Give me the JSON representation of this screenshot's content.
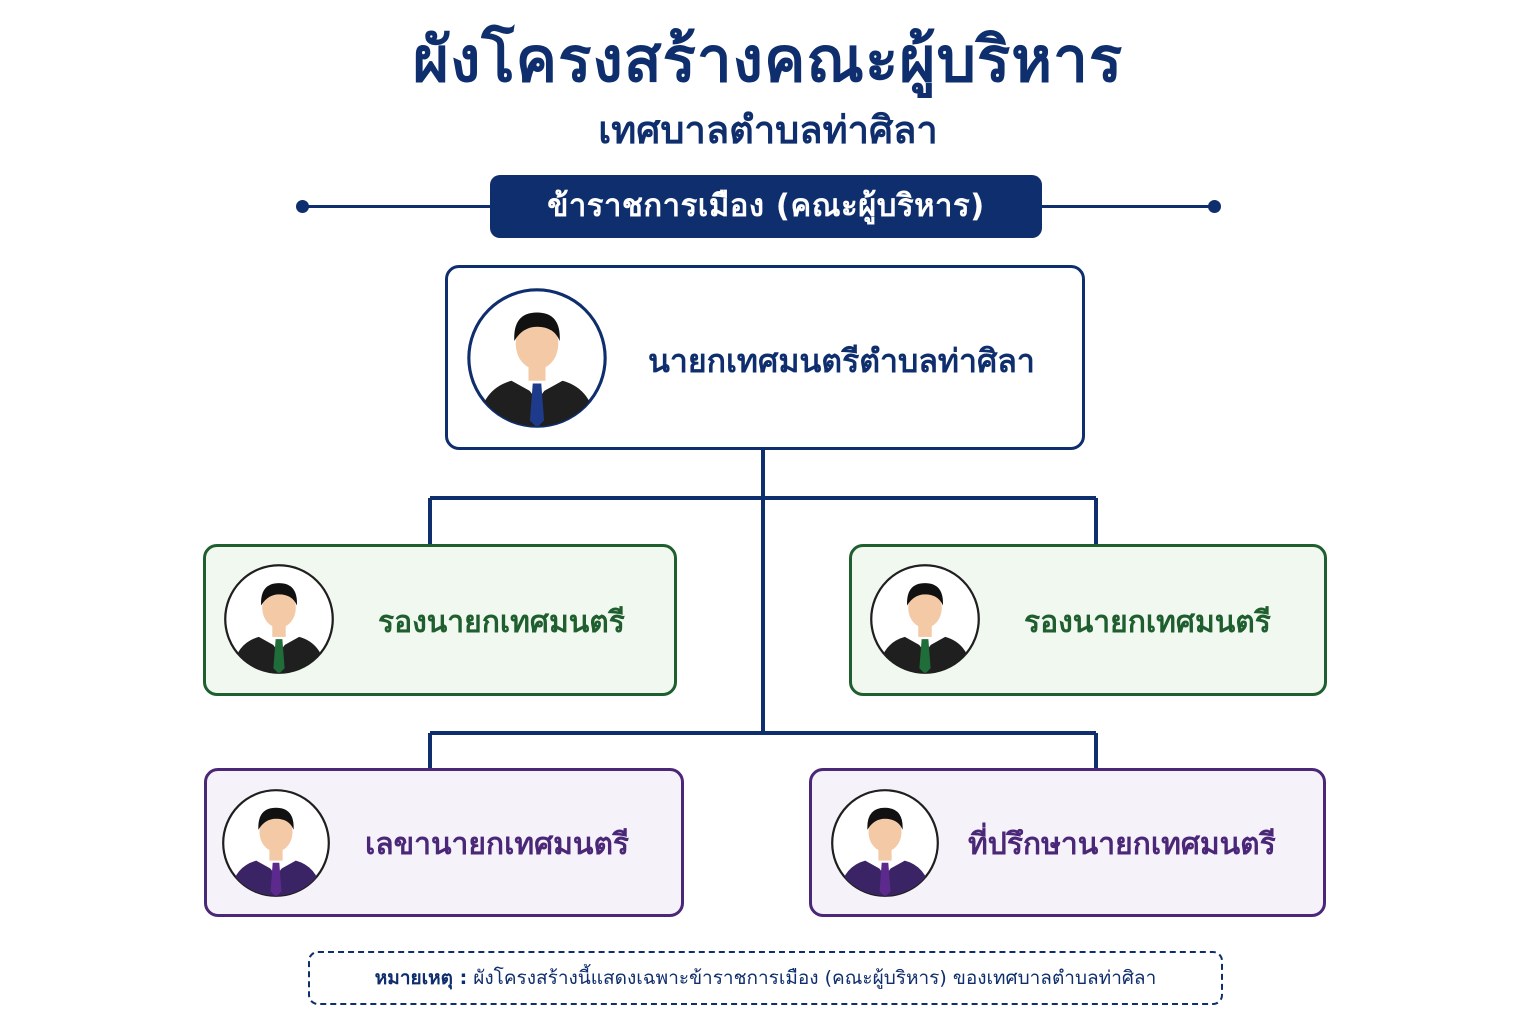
{
  "header": {
    "title": "ผังโครงสร้างคณะผู้บริหาร",
    "subtitle": "เทศบาลตำบลท่าศิลา",
    "banner": "ข้าราชการเมือง (คณะผู้บริหาร)"
  },
  "chart_nodes": {
    "mayor": {
      "label": "นายกเทศมนตรีตำบลท่าศิลา",
      "tie_color": "#1e3a8a",
      "suit_color": "#1f1f1f"
    },
    "deputy_left": {
      "label": "รองนายกเทศมนตรี",
      "tie_color": "#1f6e3a",
      "suit_color": "#1f1f1f"
    },
    "deputy_right": {
      "label": "รองนายกเทศมนตรี",
      "tie_color": "#1f6e3a",
      "suit_color": "#1f1f1f"
    },
    "secretary": {
      "label": "เลขานายกเทศมนตรี",
      "tie_color": "#5b2a8c",
      "suit_color": "#3a2466"
    },
    "advisor": {
      "label": "ที่ปรึกษานายกเทศมนตรี",
      "tie_color": "#5b2a8c",
      "suit_color": "#3a2466"
    }
  },
  "colors": {
    "navy": "#0f2e6d",
    "green": "#1f5e2e",
    "purple": "#4b2778"
  },
  "note": {
    "label": "หมายเหตุ :",
    "text": "ผังโครงสร้างนี้แสดงเฉพาะข้าราชการเมือง (คณะผู้บริหาร) ของเทศบาลตำบลท่าศิลา"
  }
}
